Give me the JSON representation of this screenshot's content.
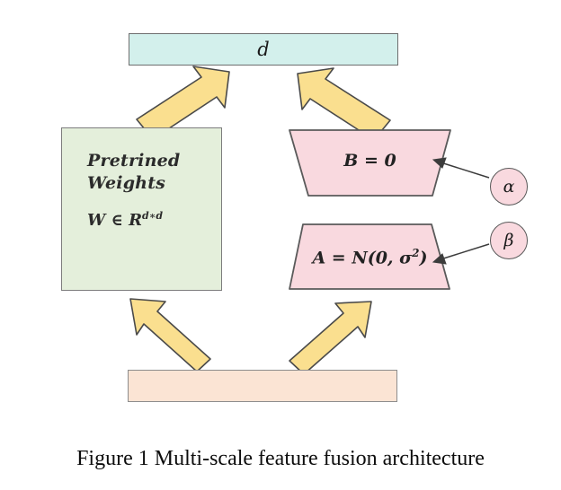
{
  "figure": {
    "caption": "Figure 1 Multi-scale feature fusion architecture",
    "background_color": "#ffffff"
  },
  "nodes": {
    "top_bar": {
      "label": "d",
      "fill": "#d3f0ec",
      "stroke": "#6e6e6e",
      "shape": "rectangle"
    },
    "weights_box": {
      "line1": "Pretrined",
      "line2": "Weights",
      "formula_prefix": "W ∈ R",
      "formula_exponent": "d∗d",
      "fill": "#e4efdb",
      "stroke": "#7d7d7d",
      "shape": "rectangle"
    },
    "trapezoid_b": {
      "label": "B = 0",
      "fill": "#f9d9df",
      "stroke": "#5a5a5a",
      "shape": "inverted-trapezoid"
    },
    "trapezoid_a": {
      "label_prefix": "A = N(0, σ",
      "label_exponent": "2",
      "label_suffix": ")",
      "fill": "#f9d9df",
      "stroke": "#5a5a5a",
      "shape": "trapezoid"
    },
    "bottom_bar": {
      "label": "",
      "fill": "#fbe4d4",
      "stroke": "#8d8d8d",
      "shape": "rectangle"
    },
    "circle_alpha": {
      "label": "α",
      "fill": "#f9d9df",
      "stroke": "#5a5a5a",
      "shape": "circle"
    },
    "circle_beta": {
      "label": "β",
      "fill": "#f9d9df",
      "stroke": "#5a5a5a",
      "shape": "circle"
    }
  },
  "arrows": {
    "block_fill": "#fadf8f",
    "block_stroke": "#4a4a4a",
    "thin_stroke": "#3c3c3c",
    "items": [
      {
        "name": "weights-to-top",
        "direction": "up-right",
        "style": "block"
      },
      {
        "name": "b-to-top",
        "direction": "up-left",
        "style": "block"
      },
      {
        "name": "bottom-to-weights",
        "direction": "up-left",
        "style": "block"
      },
      {
        "name": "bottom-to-a",
        "direction": "up-right",
        "style": "block"
      },
      {
        "name": "alpha-to-b",
        "direction": "left",
        "style": "thin"
      },
      {
        "name": "beta-to-a",
        "direction": "left",
        "style": "thin"
      }
    ]
  }
}
